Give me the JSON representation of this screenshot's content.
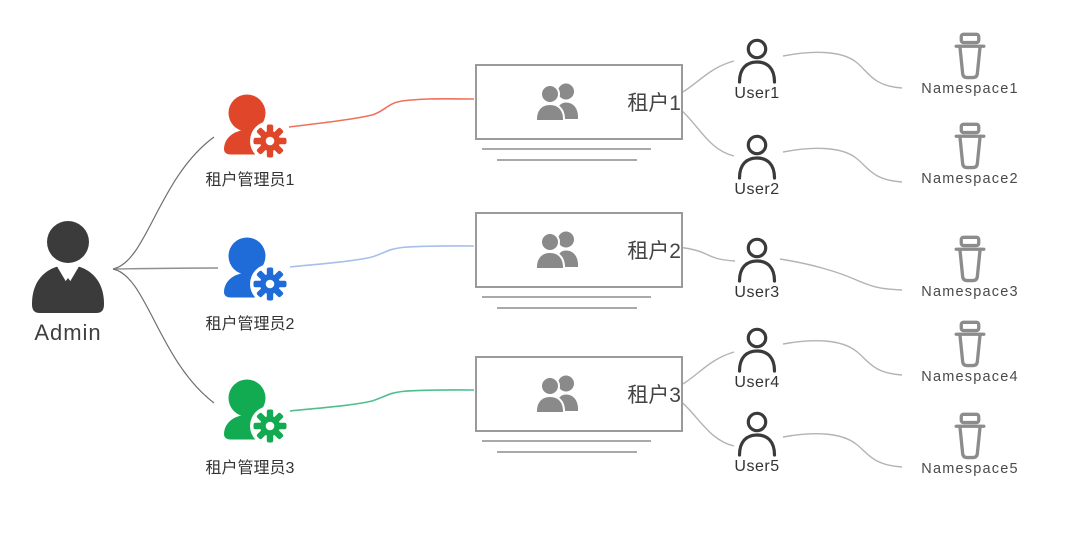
{
  "admin": {
    "label": "Admin",
    "icon": "business-person-icon",
    "color": "#3b3b3b"
  },
  "tenant_admins": [
    {
      "label": "租户管理员1",
      "icon": "person-gear-icon",
      "color": "#e0472a",
      "line_color": "#f0705b"
    },
    {
      "label": "租户管理员2",
      "icon": "person-gear-icon",
      "color": "#1f6bd8",
      "line_color": "#a8bfe9"
    },
    {
      "label": "租户管理员3",
      "icon": "person-gear-icon",
      "color": "#12ab51",
      "line_color": "#4fc08d"
    }
  ],
  "tenants": [
    {
      "label": "租户1",
      "icon": "group-icon"
    },
    {
      "label": "租户2",
      "icon": "group-icon"
    },
    {
      "label": "租户3",
      "icon": "group-icon"
    }
  ],
  "users": [
    {
      "label": "User1",
      "icon": "person-outline-icon"
    },
    {
      "label": "User2",
      "icon": "person-outline-icon"
    },
    {
      "label": "User3",
      "icon": "person-outline-icon"
    },
    {
      "label": "User4",
      "icon": "person-outline-icon"
    },
    {
      "label": "User5",
      "icon": "person-outline-icon"
    }
  ],
  "namespaces": [
    {
      "label": "Namespace1",
      "icon": "trash-bin-icon"
    },
    {
      "label": "Namespace2",
      "icon": "trash-bin-icon"
    },
    {
      "label": "Namespace3",
      "icon": "trash-bin-icon"
    },
    {
      "label": "Namespace4",
      "icon": "trash-bin-icon"
    },
    {
      "label": "Namespace5",
      "icon": "trash-bin-icon"
    }
  ],
  "edges": [
    {
      "from": "admin",
      "to": "tenant-admin-1"
    },
    {
      "from": "admin",
      "to": "tenant-admin-2"
    },
    {
      "from": "admin",
      "to": "tenant-admin-3"
    },
    {
      "from": "tenant-admin-1",
      "to": "tenant-1"
    },
    {
      "from": "tenant-admin-2",
      "to": "tenant-2"
    },
    {
      "from": "tenant-admin-3",
      "to": "tenant-3"
    },
    {
      "from": "tenant-1",
      "to": "user-1"
    },
    {
      "from": "tenant-1",
      "to": "user-2"
    },
    {
      "from": "tenant-2",
      "to": "user-3"
    },
    {
      "from": "tenant-3",
      "to": "user-4"
    },
    {
      "from": "tenant-3",
      "to": "user-5"
    },
    {
      "from": "user-1",
      "to": "namespace-1"
    },
    {
      "from": "user-2",
      "to": "namespace-2"
    },
    {
      "from": "user-3",
      "to": "namespace-3"
    },
    {
      "from": "user-4",
      "to": "namespace-4"
    },
    {
      "from": "user-5",
      "to": "namespace-5"
    }
  ],
  "colors": {
    "connector_gray": "#b3b3b3",
    "fork_dark": "#6e6e6e",
    "icon_gray": "#8a8a8a",
    "user_icon_stroke": "#3a3a3a",
    "box_border": "#9a9a9a",
    "text": "#3c3c3c"
  }
}
